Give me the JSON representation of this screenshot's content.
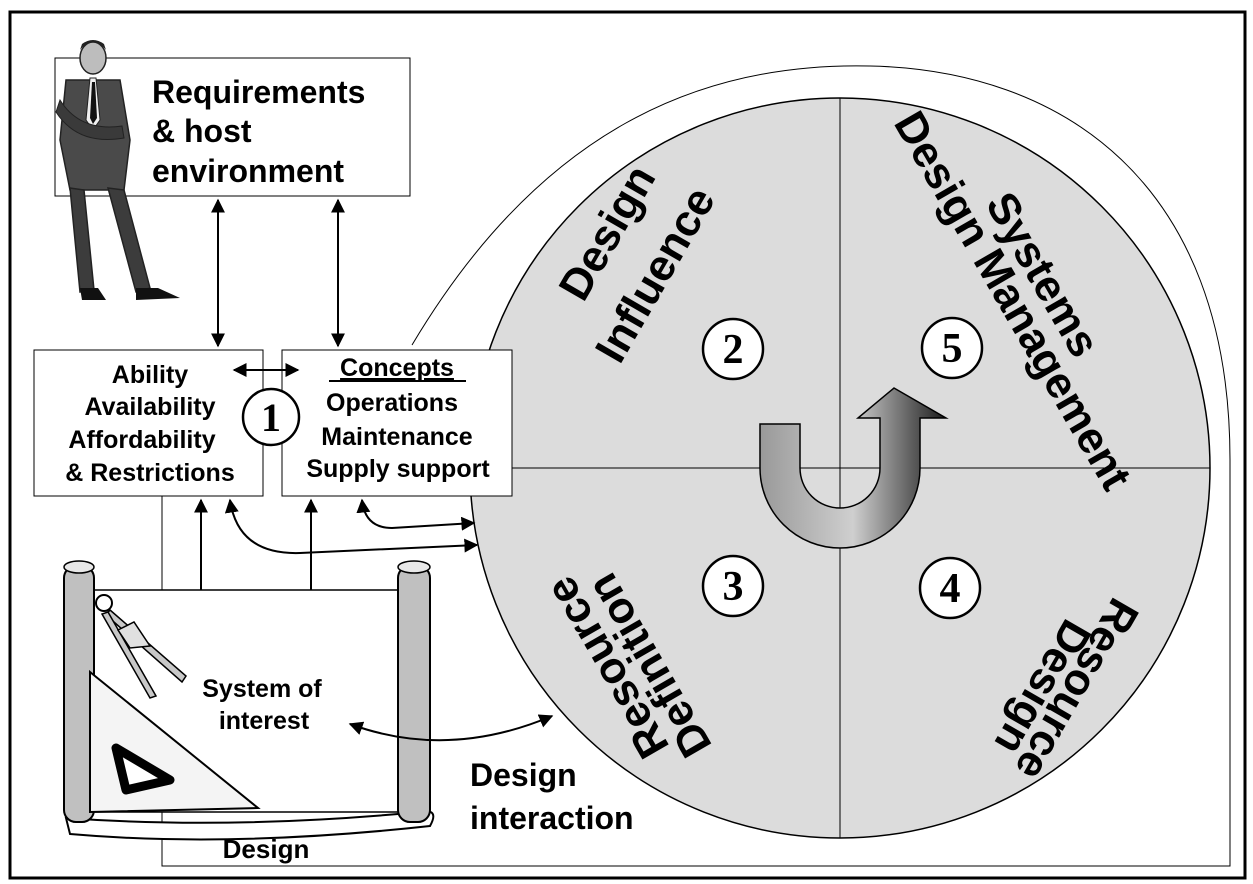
{
  "requirements_box": {
    "line1": "Requirements",
    "line2": "& host",
    "line3": "environment"
  },
  "ability_box": {
    "line1": "Ability",
    "line2": "Availability",
    "line3": "Affordability",
    "line4": "& Restrictions"
  },
  "concepts_box": {
    "heading": "Concepts",
    "line1": "Operations",
    "line2": "Maintenance",
    "line3": "Supply support"
  },
  "step_numbers": {
    "one": "1",
    "two": "2",
    "three": "3",
    "four": "4",
    "five": "5"
  },
  "quadrants": {
    "design_influence_1": "Design",
    "design_influence_2": "Influence",
    "design_management_1": "Design Management",
    "design_management_2": "Systems",
    "resource_definition_1": "Resource",
    "resource_definition_2": "Definition",
    "resource_design_1": "Resource",
    "resource_design_2": "Design"
  },
  "system_of_interest": {
    "line1": "System of",
    "line2": "interest"
  },
  "design_interaction": {
    "line1": "Design",
    "line2": "interaction"
  },
  "design_label": "Design",
  "colors": {
    "circle_fill": "#dcdcdc",
    "roll_fill": "#c0c0c0",
    "arrow_dark": "#555555",
    "arrow_light": "#e8e8e8",
    "suit_dark": "#3c3c3c"
  }
}
